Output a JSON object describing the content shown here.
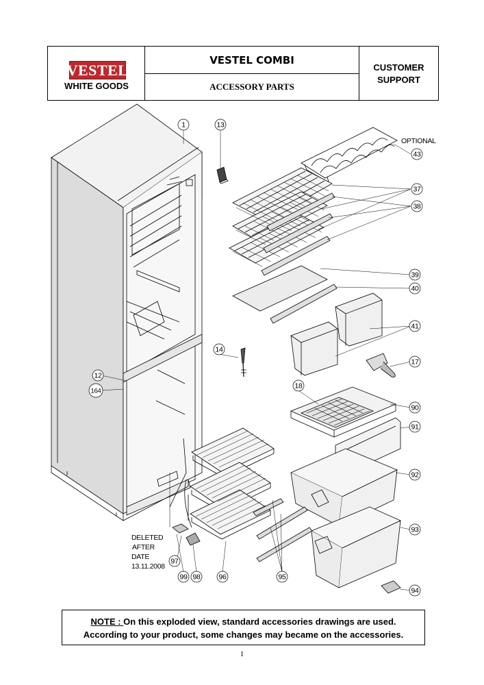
{
  "header": {
    "brand": "VESTEL",
    "brand_sub": "WHITE GOODS",
    "title": "VESTEL  COMBI",
    "subtitle": "ACCESSORY PARTS",
    "support_line1": "CUSTOMER",
    "support_line2": "SUPPORT"
  },
  "diagram": {
    "labels": {
      "optional": "OPTIONAL",
      "deleted_1": "DELETED",
      "deleted_2": "AFTER",
      "deleted_3": "DATE",
      "deleted_4": "13.11.2008"
    },
    "callouts": {
      "c1": "1",
      "c13": "13",
      "c43": "43",
      "c37": "37",
      "c38": "38",
      "c39": "39",
      "c40": "40",
      "c41": "41",
      "c17": "17",
      "c14": "14",
      "c12": "12",
      "c164": "164",
      "c18": "18",
      "c90": "90",
      "c91": "91",
      "c92": "92",
      "c93": "93",
      "c94": "94",
      "c97": "97",
      "c99": "99",
      "c98": "98",
      "c96": "96",
      "c95": "95"
    }
  },
  "note": {
    "label": "NOTE : ",
    "line1_rest": " On this exploded view, standard accessories drawings are used.",
    "line2": "According to your product, some changes may became on the accessories."
  },
  "page_number": "1",
  "colors": {
    "brand_red": "#c1272d",
    "line": "#000000",
    "part_fill": "#e6e6e6"
  }
}
